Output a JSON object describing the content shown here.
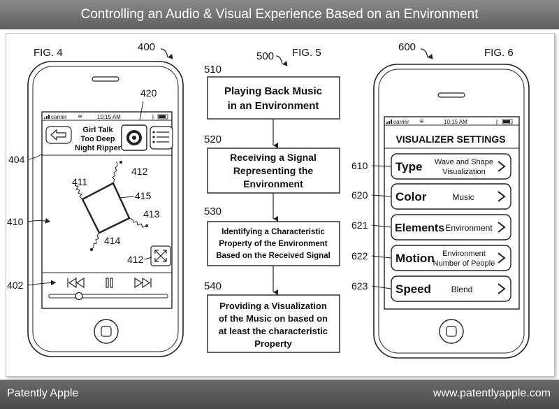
{
  "banner_title": "Controlling an Audio & Visual Experience Based on an Environment",
  "footer": {
    "brand": "Patently Apple",
    "url": "www.patentlyapple.com"
  },
  "fig4": {
    "label": "FIG. 4",
    "ref": "400",
    "status": {
      "carrier": "carrier",
      "time": "10:15 AM"
    },
    "track": [
      "Girl Talk",
      "Too Deep",
      "Night Ripper"
    ],
    "refs": {
      "r404": "404",
      "r420": "420",
      "r410": "410",
      "r411": "411",
      "r412a": "412",
      "r415": "415",
      "r413": "413",
      "r414": "414",
      "r412b": "412",
      "r402": "402"
    }
  },
  "fig5": {
    "label": "FIG. 5",
    "ref": "500",
    "steps": [
      {
        "ref": "510",
        "lines": [
          "Playing Back Music",
          "in an Environment"
        ]
      },
      {
        "ref": "520",
        "lines": [
          "Receiving a Signal",
          "Representing the",
          "Environment"
        ]
      },
      {
        "ref": "530",
        "lines": [
          "Identifying a Characteristic",
          "Property of the Environment",
          "Based on the Received Signal"
        ]
      },
      {
        "ref": "540",
        "lines": [
          "Providing a Visualization",
          "of the Music on based on",
          "at least the characteristic",
          "Property"
        ]
      }
    ]
  },
  "fig6": {
    "label": "FIG. 6",
    "ref": "600",
    "status": {
      "carrier": "carrier",
      "time": "10:15 AM"
    },
    "title": "VISUALIZER SETTINGS",
    "rows": [
      {
        "ref": "610",
        "name": "Type",
        "value": [
          "Wave and Shape",
          "Visualization"
        ]
      },
      {
        "ref": "620",
        "name": "Color",
        "value": [
          "Music"
        ]
      },
      {
        "ref": "621",
        "name": "Elements",
        "value": [
          "Environment"
        ]
      },
      {
        "ref": "622",
        "name": "Motion",
        "value": [
          "Environment",
          "Number of People"
        ]
      },
      {
        "ref": "623",
        "name": "Speed",
        "value": [
          "Blend"
        ]
      }
    ]
  }
}
